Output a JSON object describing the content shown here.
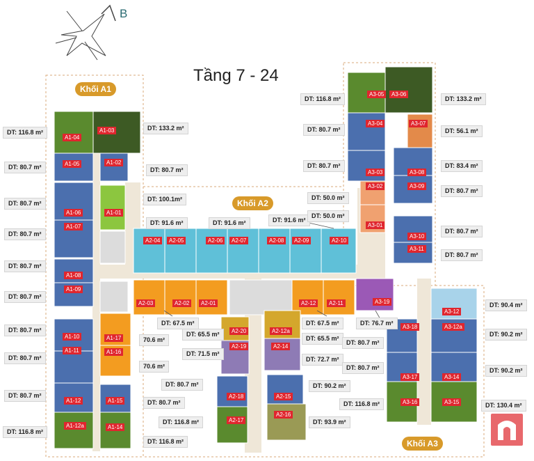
{
  "title": "Tầng 7 - 24",
  "compass_label": "B",
  "blocks": [
    {
      "id": "A1",
      "label": "Khối A1"
    },
    {
      "id": "A2",
      "label": "Khối A2"
    },
    {
      "id": "A3",
      "label": "Khối A3"
    }
  ],
  "colors": {
    "blue": "#4b6fae",
    "teal": "#5fc0d8",
    "green": "#5a8a2e",
    "dark_green": "#3d5a24",
    "light_green": "#8cc63f",
    "orange": "#f39c20",
    "salmon": "#f0a170",
    "mustard": "#d4a72c",
    "purple": "#8e7bb5",
    "violet": "#9b59b6",
    "light_blue": "#a8d3ea",
    "olive": "#9a9a55",
    "corridor": "#efe7d8",
    "boundary": "#d9a878",
    "tag_red": "#e0262e",
    "block_label": "#d89a2a"
  },
  "units": [
    {
      "code": "A1-01",
      "area": "DT: 100.1m²"
    },
    {
      "code": "A1-02",
      "area": "DT: 80.7 m²"
    },
    {
      "code": "A1-03",
      "area": "DT: 133.2 m²"
    },
    {
      "code": "A1-04",
      "area": "DT: 116.8 m²"
    },
    {
      "code": "A1-05",
      "area": "DT: 80.7 m²"
    },
    {
      "code": "A1-06",
      "area": "DT: 80.7 m²"
    },
    {
      "code": "A1-07",
      "area": "DT: 80.7 m²"
    },
    {
      "code": "A1-08",
      "area": "DT: 80.7 m²"
    },
    {
      "code": "A1-09",
      "area": "DT: 80.7 m²"
    },
    {
      "code": "A1-10",
      "area": "DT: 80.7 m²"
    },
    {
      "code": "A1-11",
      "area": "DT: 80.7 m²"
    },
    {
      "code": "A1-12",
      "area": "DT: 80.7 m²"
    },
    {
      "code": "A1-12a",
      "area": "DT: 116.8 m²"
    },
    {
      "code": "A1-14",
      "area": "DT: 116.8 m²"
    },
    {
      "code": "A1-15",
      "area": "DT: 80.7 m²"
    },
    {
      "code": "A1-16",
      "area": "70.6 m²"
    },
    {
      "code": "A1-17",
      "area": "70.6 m²"
    },
    {
      "code": "A2-01",
      "area": "DT: 67.5 m²"
    },
    {
      "code": "A2-02",
      "area": ""
    },
    {
      "code": "A2-03",
      "area": ""
    },
    {
      "code": "A2-04",
      "area": "DT: 91.6 m²"
    },
    {
      "code": "A2-05",
      "area": ""
    },
    {
      "code": "A2-06",
      "area": "DT: 91.6 m²"
    },
    {
      "code": "A2-07",
      "area": ""
    },
    {
      "code": "A2-08",
      "area": "DT: 91.6 m²"
    },
    {
      "code": "A2-09",
      "area": ""
    },
    {
      "code": "A2-10",
      "area": ""
    },
    {
      "code": "A2-11",
      "area": "DT: 67.5 m²"
    },
    {
      "code": "A2-12",
      "area": ""
    },
    {
      "code": "A2-12a",
      "area": "DT: 65.5 m²"
    },
    {
      "code": "A2-14",
      "area": "DT: 72.7 m²"
    },
    {
      "code": "A2-15",
      "area": "DT: 90.2 m²"
    },
    {
      "code": "A2-16",
      "area": "DT: 93.9 m²"
    },
    {
      "code": "A2-17",
      "area": "DT: 116.8 m²"
    },
    {
      "code": "A2-18",
      "area": "DT: 80.7 m²"
    },
    {
      "code": "A2-19",
      "area": "DT: 71.5 m²"
    },
    {
      "code": "A2-20",
      "area": "DT: 65.5 m²"
    },
    {
      "code": "A3-01",
      "area": "DT: 50.0 m²"
    },
    {
      "code": "A3-02",
      "area": "DT: 50.0 m²"
    },
    {
      "code": "A3-03",
      "area": "DT: 80.7 m²"
    },
    {
      "code": "A3-04",
      "area": "DT: 80.7 m²"
    },
    {
      "code": "A3-05",
      "area": "DT: 116.8 m²"
    },
    {
      "code": "A3-06",
      "area": "DT: 133.2 m²"
    },
    {
      "code": "A3-07",
      "area": "DT: 56.1 m²"
    },
    {
      "code": "A3-08",
      "area": "DT: 83.4 m²"
    },
    {
      "code": "A3-09",
      "area": "DT: 80.7 m²"
    },
    {
      "code": "A3-10",
      "area": "DT: 80.7 m²"
    },
    {
      "code": "A3-11",
      "area": "DT: 80.7 m²"
    },
    {
      "code": "A3-12",
      "area": "DT: 90.4 m²"
    },
    {
      "code": "A3-12a",
      "area": "DT: 90.2 m²"
    },
    {
      "code": "A3-14",
      "area": "DT: 90.2 m²"
    },
    {
      "code": "A3-15",
      "area": "DT: 130.4 m²"
    },
    {
      "code": "A3-16",
      "area": "DT: 116.8 m²"
    },
    {
      "code": "A3-17",
      "area": "DT: 80.7 m²"
    },
    {
      "code": "A3-18",
      "area": "DT: 80.7 m²"
    },
    {
      "code": "A3-19",
      "area": "DT: 76.7 m²"
    }
  ]
}
